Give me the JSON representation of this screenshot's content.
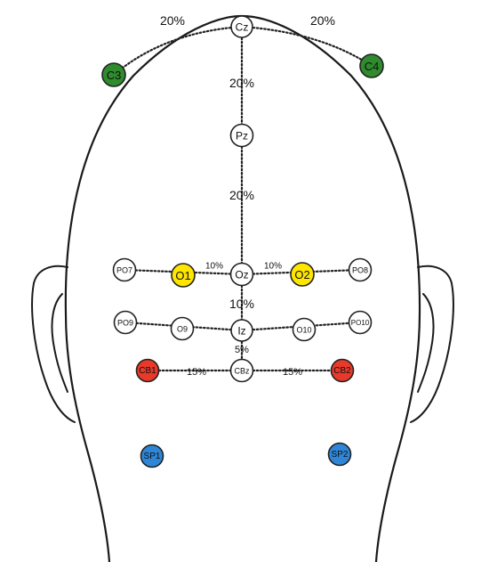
{
  "colors": {
    "c_sites": "#2e8b2e",
    "occipital_highlight": "#ffe600",
    "cerebellar": "#e8392a",
    "sp_sites": "#2f86d6",
    "neutral": "#ffffff"
  },
  "electrodes": [
    {
      "id": "cz",
      "label": "Cz",
      "color": "neutral"
    },
    {
      "id": "c3",
      "label": "C3",
      "color": "c_sites"
    },
    {
      "id": "c4",
      "label": "C4",
      "color": "c_sites"
    },
    {
      "id": "pz",
      "label": "Pz",
      "color": "neutral"
    },
    {
      "id": "oz",
      "label": "Oz",
      "color": "neutral"
    },
    {
      "id": "o1",
      "label": "O1",
      "color": "occipital_highlight"
    },
    {
      "id": "o2",
      "label": "O2",
      "color": "occipital_highlight"
    },
    {
      "id": "po7",
      "label": "PO7",
      "color": "neutral"
    },
    {
      "id": "po8",
      "label": "PO8",
      "color": "neutral"
    },
    {
      "id": "iz",
      "label": "Iz",
      "color": "neutral"
    },
    {
      "id": "o9",
      "label": "O9",
      "color": "neutral"
    },
    {
      "id": "o10",
      "label": "O10",
      "color": "neutral"
    },
    {
      "id": "po9",
      "label": "PO9",
      "color": "neutral"
    },
    {
      "id": "po10",
      "label": "PO10",
      "color": "neutral"
    },
    {
      "id": "cbz",
      "label": "CBz",
      "color": "neutral"
    },
    {
      "id": "cb1",
      "label": "CB1",
      "color": "cerebellar"
    },
    {
      "id": "cb2",
      "label": "CB2",
      "color": "cerebellar"
    },
    {
      "id": "sp1",
      "label": "SP1",
      "color": "sp_sites"
    },
    {
      "id": "sp2",
      "label": "SP2",
      "color": "sp_sites"
    }
  ],
  "distances": [
    {
      "id": "cz-c3",
      "text": "20%"
    },
    {
      "id": "cz-c4",
      "text": "20%"
    },
    {
      "id": "cz-pz",
      "text": "20%"
    },
    {
      "id": "pz-oz",
      "text": "20%"
    },
    {
      "id": "o1-oz",
      "text": "10%"
    },
    {
      "id": "oz-o2",
      "text": "10%"
    },
    {
      "id": "oz-iz",
      "text": "10%"
    },
    {
      "id": "iz-cbz",
      "text": "5%"
    },
    {
      "id": "cb1-cbz",
      "text": "15%"
    },
    {
      "id": "cbz-cb2",
      "text": "15%"
    }
  ]
}
